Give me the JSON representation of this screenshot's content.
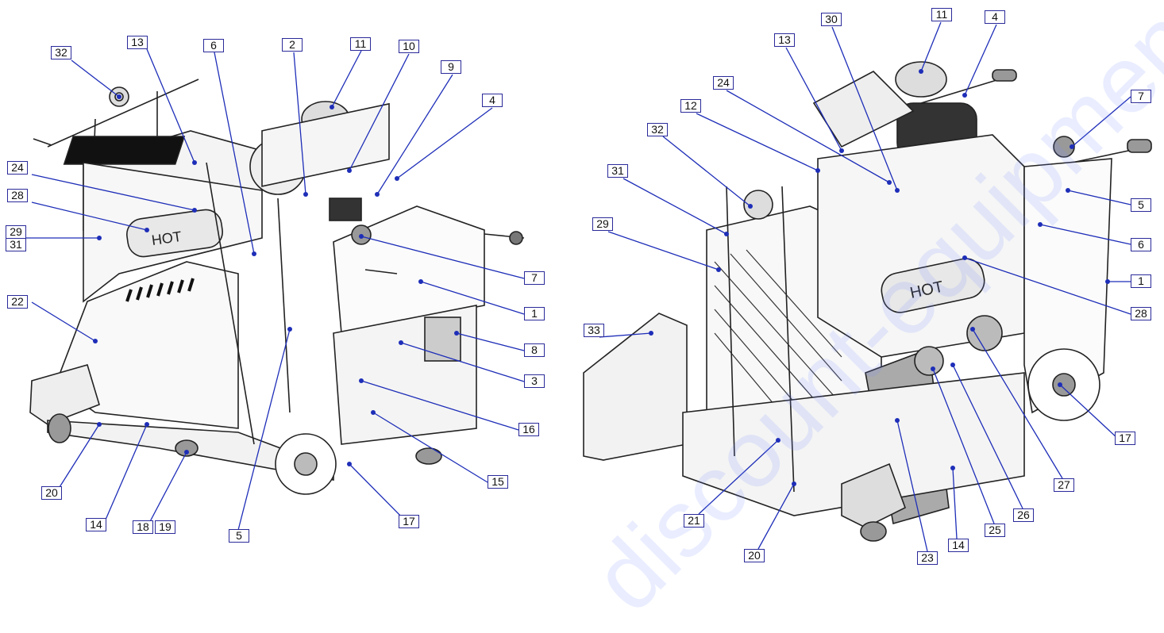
{
  "watermark": "discount-equipment.com",
  "left_view": {
    "labels": [
      "32",
      "13",
      "6",
      "2",
      "11",
      "10",
      "9",
      "4",
      "24",
      "28",
      "29",
      "31",
      "7",
      "1",
      "22",
      "8",
      "3",
      "16",
      "15",
      "20",
      "14",
      "18",
      "19",
      "5",
      "17"
    ]
  },
  "right_view": {
    "labels": [
      "30",
      "11",
      "4",
      "13",
      "12",
      "24",
      "32",
      "7",
      "31",
      "5",
      "6",
      "29",
      "1",
      "28",
      "33",
      "17",
      "27",
      "26",
      "25",
      "21",
      "20",
      "14",
      "23"
    ]
  },
  "colors": {
    "leader": "#1e2eb8",
    "tag_border": "#2a2a9a",
    "line_art": "#222222"
  }
}
